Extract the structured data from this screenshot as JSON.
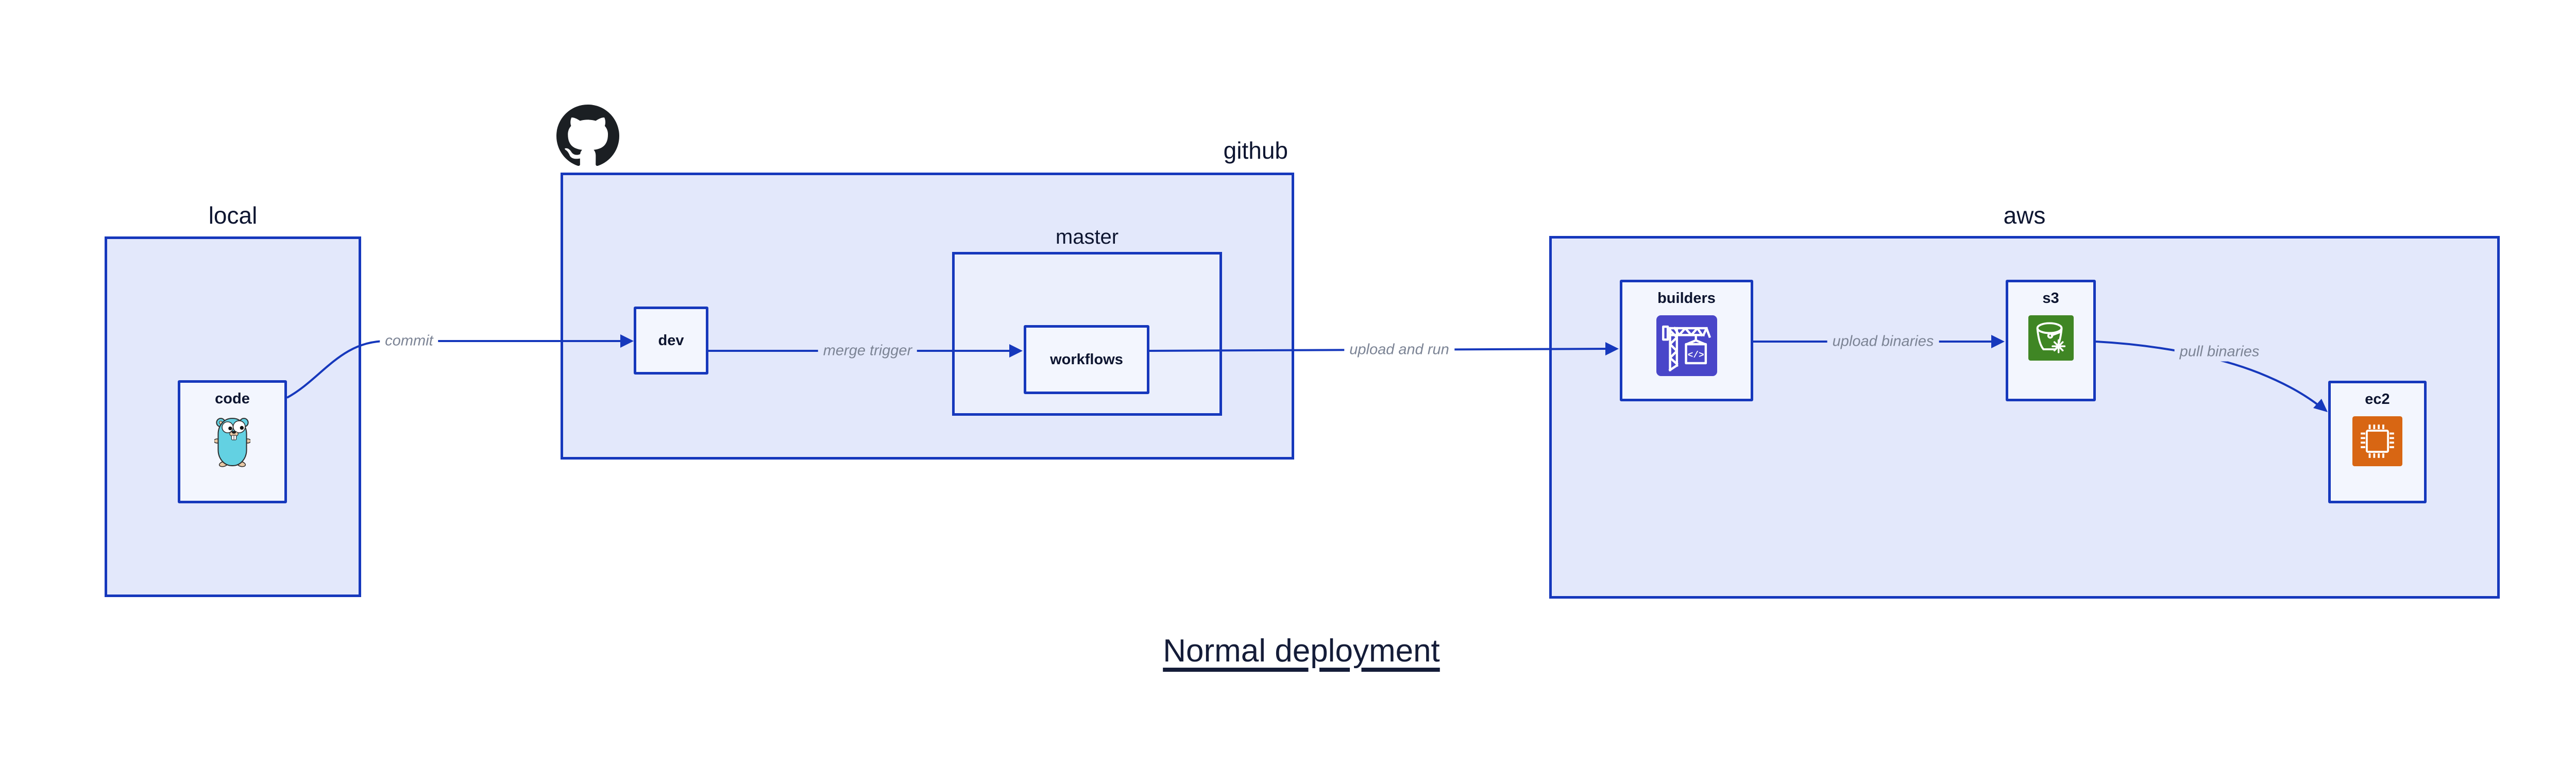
{
  "title": "Normal deployment",
  "containers": {
    "local": {
      "label": "local"
    },
    "github": {
      "label": "github"
    },
    "master": {
      "label": "master"
    },
    "aws": {
      "label": "aws"
    }
  },
  "nodes": {
    "code": {
      "label": "code",
      "icon": "go-gopher-icon"
    },
    "dev": {
      "label": "dev"
    },
    "workflows": {
      "label": "workflows"
    },
    "builders": {
      "label": "builders",
      "icon": "aws-codebuild-icon"
    },
    "s3": {
      "label": "s3",
      "icon": "aws-s3-bucket-icon"
    },
    "ec2": {
      "label": "ec2",
      "icon": "aws-ec2-chip-icon"
    }
  },
  "edges": {
    "commit": {
      "label": "commit"
    },
    "merge_trigger": {
      "label": "merge trigger"
    },
    "upload_and_run": {
      "label": "upload and run"
    },
    "upload_binaries": {
      "label": "upload binaries"
    },
    "pull_binaries": {
      "label": "pull binaries"
    }
  },
  "colors": {
    "border_and_edges": "#1638BC",
    "container_fill": "#E3E8FB",
    "nested_container_fill": "#EBEFFC",
    "node_fill": "#F3F6FE",
    "label_text": "#0D1530",
    "edge_label_text": "#7C8495",
    "title_text": "#141C38",
    "github_logo": "#1B1F23",
    "codebuild_icon": "#4946C9",
    "s3_icon": "#3F8624",
    "ec2_icon": "#D86613",
    "gopher_body": "#63D1E2",
    "gopher_skin": "#E8C9A6"
  }
}
